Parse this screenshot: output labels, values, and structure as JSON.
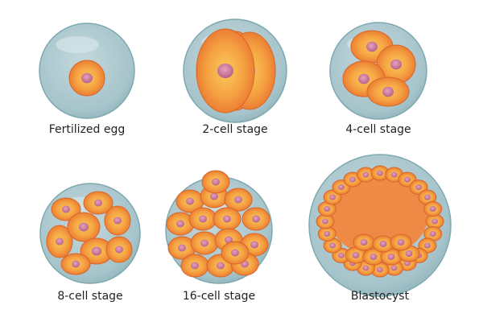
{
  "title": "Stages of early embryo development",
  "stages": [
    {
      "label": "Fertilized egg"
    },
    {
      "label": "2-cell stage"
    },
    {
      "label": "4-cell stage"
    },
    {
      "label": "8-cell stage"
    },
    {
      "label": "16-cell stage"
    },
    {
      "label": "Blastocyst"
    }
  ],
  "colors": {
    "membrane": "#a9c9cf",
    "membrane_edge": "#7fa9b0",
    "cell_outer": "#f08a3a",
    "cell_inner": "#f7b347",
    "nucleus": "#cf7fa0"
  }
}
